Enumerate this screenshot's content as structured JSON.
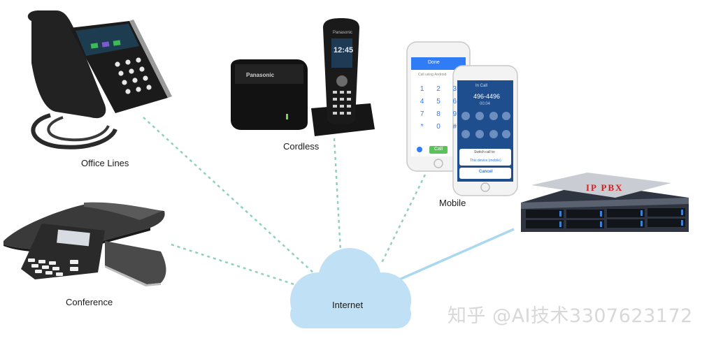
{
  "diagram": {
    "labels": {
      "office": "Office Lines",
      "cordless": "Cordless",
      "mobile": "Mobile",
      "conference": "Conference",
      "internet": "Internet",
      "pbx": "IP PBX"
    },
    "cordless_device": {
      "base_brand": "Panasonic",
      "handset_brand": "Panasonic",
      "handset_time": "12:45"
    },
    "phone_back": {
      "status": "Done",
      "placeholder": "Call using Android",
      "key_1": "1",
      "key_2": "2",
      "key_3": "3",
      "key_4": "4",
      "key_5": "5",
      "key_6": "6",
      "key_7": "7",
      "key_8": "8",
      "key_9": "9",
      "key_star": "*",
      "key_0": "0",
      "key_hash": "#",
      "call_button": "Call"
    },
    "phone_front": {
      "status": "In Call",
      "number": "496-4496",
      "timer": "00:04",
      "switch_title": "Switch call to:",
      "option": "This device (mobile)",
      "cancel": "Cancel"
    },
    "watermark": "知乎 @AI技术3307623172"
  },
  "colors": {
    "connection_line": "#8fcfc0",
    "cloud": "#bfe0f5",
    "pbx_link": "#a9d8f0",
    "pbx_label": "#d42020",
    "ios_blue": "#2f7cf6",
    "call_green": "#59c35a"
  }
}
